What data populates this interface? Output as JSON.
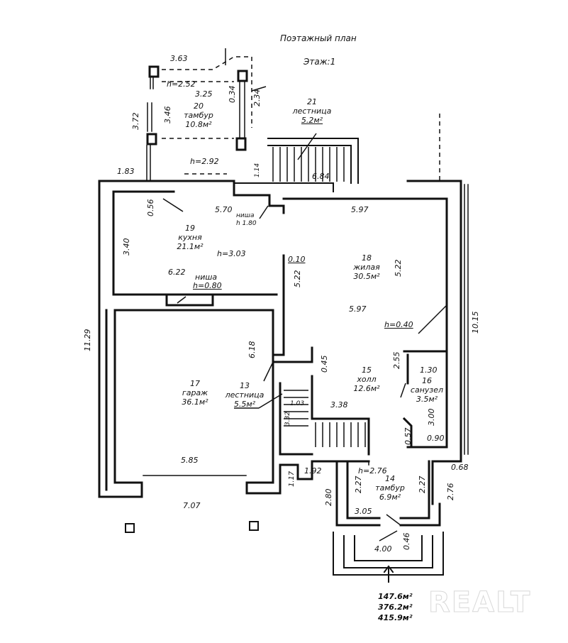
{
  "header": {
    "title": "Поэтажный план",
    "floor": "Этаж:1"
  },
  "rooms": [
    {
      "number": "20",
      "name": "тамбур",
      "area": "10.8м²"
    },
    {
      "number": "21",
      "name": "лестница",
      "area": "5.2м²"
    },
    {
      "number": "19",
      "name": "кухня",
      "area": "21.1м²"
    },
    {
      "number": "18",
      "name": "жилая",
      "area": "30.5м²"
    },
    {
      "number": "17",
      "name": "гараж",
      "area": "36.1м²"
    },
    {
      "number": "13",
      "name": "лестница",
      "area": "5.5м²"
    },
    {
      "number": "15",
      "name": "холл",
      "area": "12.6м²"
    },
    {
      "number": "16",
      "name": "санузел",
      "area": "3.5м²"
    },
    {
      "number": "14",
      "name": "тамбур",
      "area": "6.9м²"
    }
  ],
  "annotations": {
    "niche_kitchen": {
      "name": "ниша",
      "height": "h=0.80"
    },
    "niche_small": {
      "name": "ниша",
      "height": "h 1.80"
    },
    "h_tambur_top": "h=2.52",
    "h_tambur_mid": "h=2.92",
    "h_main": "h=3.03",
    "h_corner": "h=0.40",
    "h_tambur_bottom": "h=2.76"
  },
  "dimensions": {
    "d_363": "3.63",
    "d_325": "3.25",
    "d_034": "0.34",
    "d_234": "2.34",
    "d_372": "3.72",
    "d_346": "3.46",
    "d_114": "1.14",
    "d_684": "6.84",
    "d_183": "1.83",
    "d_056": "0.56",
    "d_570": "5.70",
    "d_597_top": "5.97",
    "d_340": "3.40",
    "d_622": "6.22",
    "d_010": "0.10",
    "d_522_left": "5.22",
    "d_522_right": "5.22",
    "d_597_bottom": "5.97",
    "d_1015": "10.15",
    "d_1129": "11.29",
    "d_618": "6.18",
    "d_045": "0.45",
    "d_255": "2.55",
    "d_130": "1.30",
    "d_338": "3.38",
    "d_103": "1.03",
    "d_332": "3.32",
    "d_300": "3.00",
    "d_057": "0.57",
    "d_090": "0.90",
    "d_585": "5.85",
    "d_192": "1.92",
    "d_117": "1.17",
    "d_280": "2.80",
    "d_227_left": "2.27",
    "d_227_right": "2.27",
    "d_068": "0.68",
    "d_276": "2.76",
    "d_305": "3.05",
    "d_046": "0.46",
    "d_400": "4.00",
    "d_707": "7.07"
  },
  "totals": [
    "147.6м²",
    "376.2м²",
    "415.9м²"
  ],
  "watermark": "REALT"
}
